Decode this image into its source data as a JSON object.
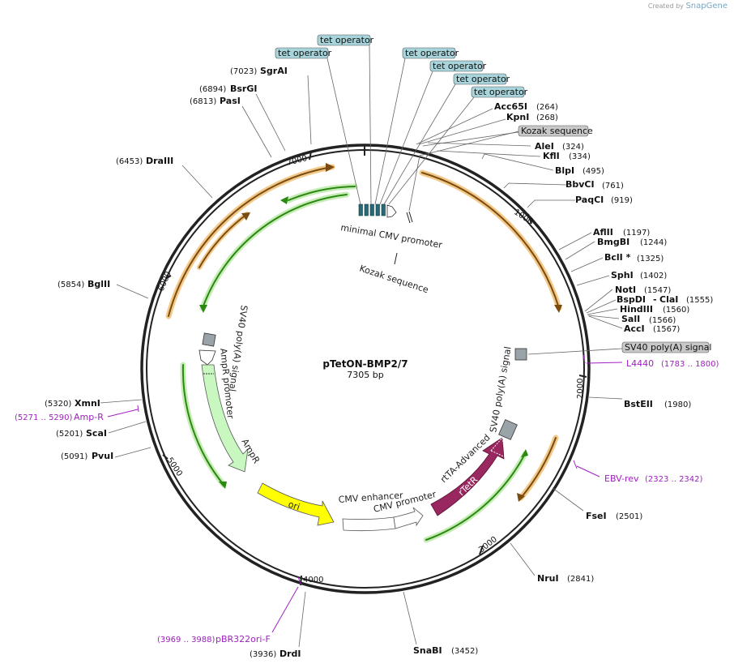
{
  "credit": {
    "prefix": "Created by",
    "brand": "SnapGene"
  },
  "plasmid": {
    "name": "pTetON-BMP2/7",
    "size": "7305 bp"
  },
  "ticks": [
    "1000",
    "2000",
    "3000",
    "4000",
    "5000",
    "6000",
    "7000"
  ],
  "sites": [
    {
      "name": "Acc65I",
      "pos": "(264)"
    },
    {
      "name": "KpnI",
      "pos": "(268)"
    },
    {
      "name": "AleI",
      "pos": "(324)"
    },
    {
      "name": "KflI",
      "pos": "(334)"
    },
    {
      "name": "BlpI",
      "pos": "(495)"
    },
    {
      "name": "BbvCI",
      "pos": "(761)"
    },
    {
      "name": "PaqCI",
      "pos": "(919)"
    },
    {
      "name": "AflII",
      "pos": "(1197)"
    },
    {
      "name": "BmgBI",
      "pos": "(1244)"
    },
    {
      "name": "BclI *",
      "pos": "(1325)"
    },
    {
      "name": "SphI",
      "pos": "(1402)"
    },
    {
      "name": "NotI",
      "pos": "(1547)"
    },
    {
      "name": "BspDI",
      "pos": "(1555)"
    },
    {
      "name": "ClaI",
      "pos": ""
    },
    {
      "name": "HindIII",
      "pos": "(1560)"
    },
    {
      "name": "SalI",
      "pos": "(1566)"
    },
    {
      "name": "AccI",
      "pos": "(1567)"
    },
    {
      "name": "BstEII",
      "pos": "(1980)"
    },
    {
      "name": "FseI",
      "pos": "(2501)"
    },
    {
      "name": "NruI",
      "pos": "(2841)"
    },
    {
      "name": "SnaBI",
      "pos": "(3452)"
    },
    {
      "name": "DrdI",
      "pos": "(3936)"
    },
    {
      "name": "PvuI",
      "pos": "(5091)"
    },
    {
      "name": "ScaI",
      "pos": "(5201)"
    },
    {
      "name": "XmnI",
      "pos": "(5320)"
    },
    {
      "name": "BglII",
      "pos": "(5854)"
    },
    {
      "name": "DraIII",
      "pos": "(6453)"
    },
    {
      "name": "PasI",
      "pos": "(6813)"
    },
    {
      "name": "BsrGI",
      "pos": "(6894)"
    },
    {
      "name": "SgrAI",
      "pos": "(7023)"
    }
  ],
  "primers": [
    {
      "name": "L4440",
      "pos": "(1783 .. 1800)"
    },
    {
      "name": "EBV-rev",
      "pos": "(2323 .. 2342)"
    },
    {
      "name": "pBR322ori-F",
      "pos": "(3969 .. 3988)"
    },
    {
      "name": "Amp-R",
      "pos": "(5271 .. 5290)"
    }
  ],
  "boxed_labels": {
    "tet_operator": "tet operator",
    "kozak": "Kozak sequence",
    "sv40": "SV40 poly(A) signal"
  },
  "features": {
    "minimal_cmv": "minimal CMV promoter",
    "kozak_inner": "Kozak sequence",
    "sv40_left": "SV40 poly(A) signal",
    "sv40_right": "SV40 poly(A) signal",
    "ampr_promoter": "AmpR promoter",
    "ampr": "AmpR",
    "ori": "ori",
    "cmv_enhancer": "CMV enhancer",
    "cmv_promoter": "CMV promoter",
    "rtta": "rtTA-Advanced",
    "rtetr": "rTetR"
  },
  "colors": {
    "backbone": "#222222",
    "orange_arc": "#e8a040",
    "green_arc": "#3a9a20",
    "tet_box": "#a8d4dc",
    "grey_box": "#c8c8c8",
    "primer": "#a020c0",
    "ampr": "#c8f8c0",
    "ori": "#ffff00",
    "rtta": "#9a2860",
    "teal_block": "#2a6878"
  }
}
